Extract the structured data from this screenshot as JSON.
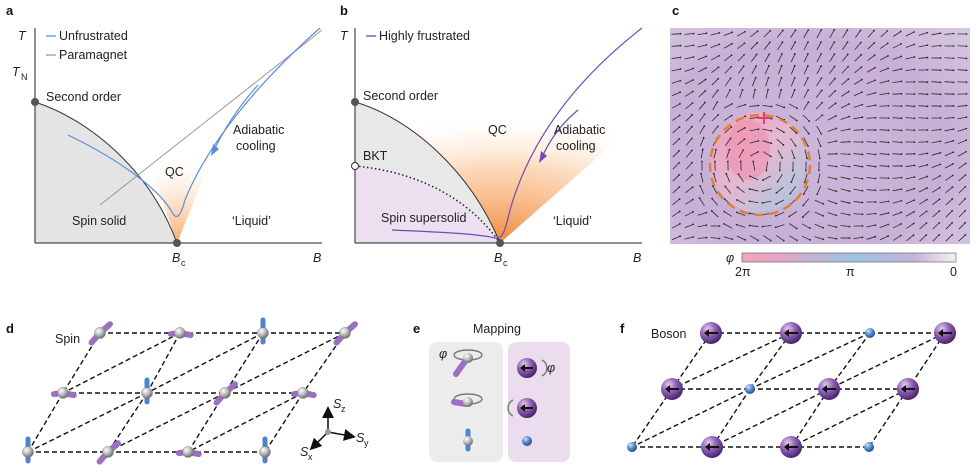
{
  "colors": {
    "unfrustrated": "#5b8fd4",
    "highly_frustrated": "#6a4fb3",
    "paramagnet": "#9a9a9a",
    "qc_orange": "#f28c3c",
    "spin_solid_fill": "#e6e6e6",
    "supersolid_fill": "#ece0f0",
    "spin_purple": "#9b6fc2",
    "spin_blue": "#4c84cf",
    "boson_purple": "#7b4aa6",
    "vortex_ring": "#d9823a"
  },
  "panels": {
    "a": {
      "label": "a",
      "y_axis": "T",
      "tn_label": "T",
      "tn_sub": "N",
      "x_axis": "B",
      "bc_label": "B",
      "bc_sub": "c",
      "legend": [
        "Unfrustrated",
        "Paramagnet"
      ],
      "second_order": "Second order",
      "qc": "QC",
      "adiabatic_1": "Adiabatic",
      "adiabatic_2": "cooling",
      "spin_solid": "Spin solid",
      "liquid": "‘Liquid’"
    },
    "b": {
      "label": "b",
      "y_axis": "T",
      "x_axis": "B",
      "bc_label": "B",
      "bc_sub": "c",
      "legend": [
        "Highly frustrated"
      ],
      "second_order": "Second order",
      "bkt": "BKT",
      "qc": "QC",
      "adiabatic_1": "Adiabatic",
      "adiabatic_2": "cooling",
      "spin_supersolid": "Spin supersolid",
      "liquid": "‘Liquid’"
    },
    "c": {
      "label": "c",
      "colorbar_symbol": "φ",
      "colorbar_ticks": [
        "2π",
        "π",
        "0"
      ]
    },
    "d": {
      "label": "d",
      "title": "Spin",
      "axis_z": "S",
      "axis_z_sub": "z",
      "axis_y": "S",
      "axis_y_sub": "y",
      "axis_x": "S",
      "axis_x_sub": "x"
    },
    "e": {
      "label": "e",
      "title": "Mapping",
      "phi": "φ"
    },
    "f": {
      "label": "f",
      "title": "Boson"
    }
  }
}
